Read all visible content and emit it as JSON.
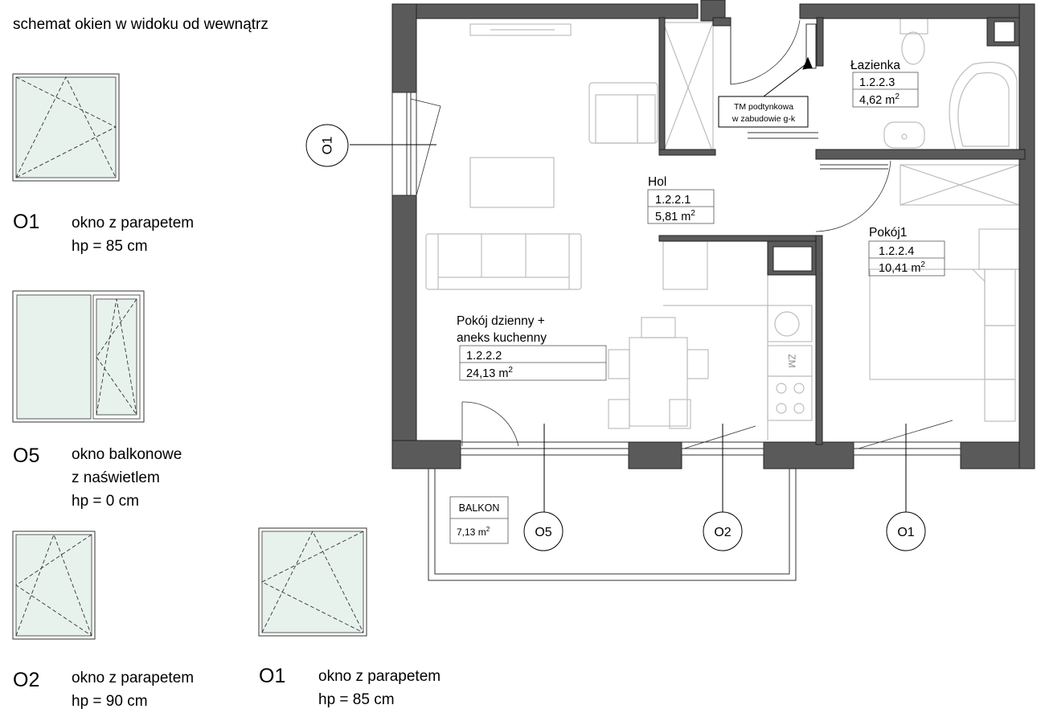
{
  "legend": {
    "title": "schemat okien w widoku od wewnątrz",
    "windows": [
      {
        "code": "O1",
        "lines": [
          "okno z parapetem",
          "hp = 85 cm"
        ]
      },
      {
        "code": "O5",
        "lines": [
          "okno balkonowe",
          "z naświetlem",
          "hp = 0 cm"
        ]
      },
      {
        "code": "O2",
        "lines": [
          "okno z parapetem",
          "hp = 90 cm"
        ]
      },
      {
        "code": "O1",
        "lines": [
          "okno z parapetem",
          "hp = 85 cm"
        ]
      }
    ]
  },
  "rooms": {
    "living": {
      "name_line1": "Pokój dzienny +",
      "name_line2": "aneks kuchenny",
      "number": "1.2.2.2",
      "area": "24,13 m",
      "sup": "2"
    },
    "hall": {
      "name": "Hol",
      "number": "1.2.2.1",
      "area": "5,81 m",
      "sup": "2"
    },
    "bathroom": {
      "name": "Łazienka",
      "number": "1.2.2.3",
      "area": "4,62 m",
      "sup": "2"
    },
    "bedroom": {
      "name": "Pokój1",
      "number": "1.2.2.4",
      "area": "10,41 m",
      "sup": "2"
    },
    "balcony": {
      "name": "BALKON",
      "area": "7,13 m",
      "sup": "2"
    }
  },
  "tm_note": {
    "line1": "TM podtynkowa",
    "line2": "w zabudowie g-k"
  },
  "markers": {
    "left": "O1",
    "o5": "O5",
    "o2": "O2",
    "o1": "O1"
  },
  "appliance_label": "ZM",
  "colors": {
    "wall": "#5a5a5a",
    "glass": "#e8f2ec",
    "furniture": "#bdbdbd"
  }
}
